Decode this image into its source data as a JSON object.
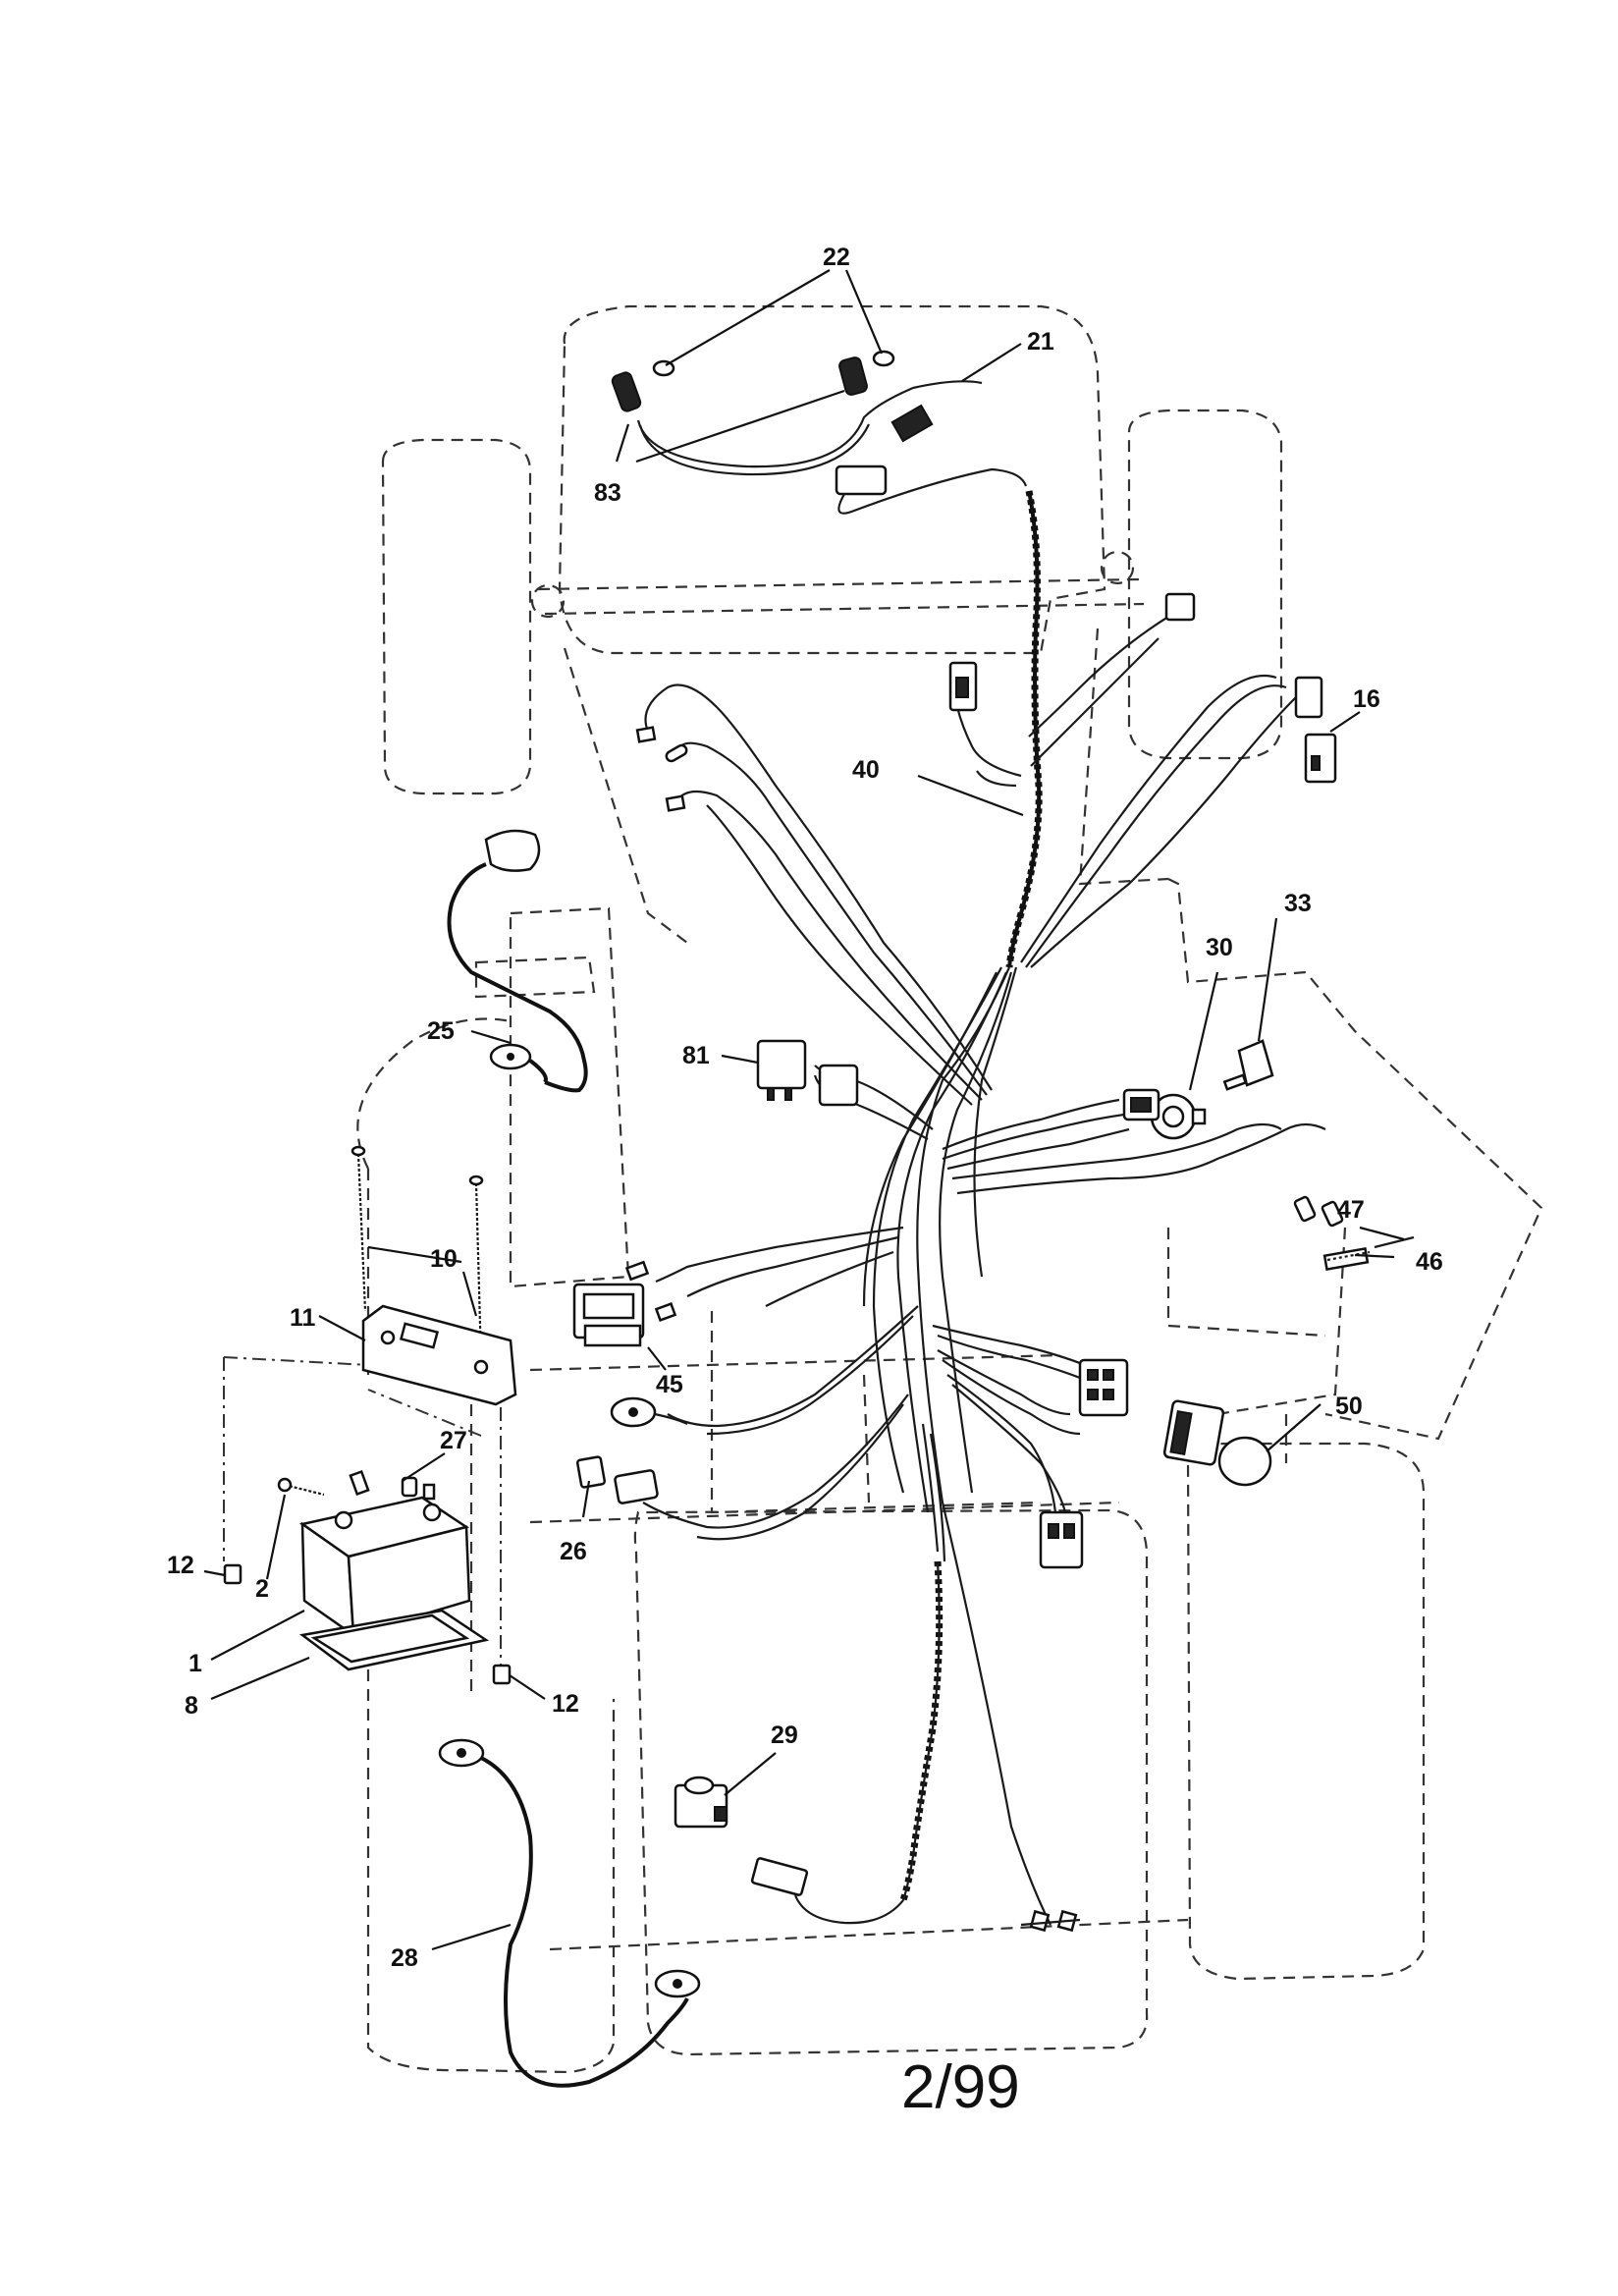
{
  "page": {
    "number": "2/99"
  },
  "callouts": [
    {
      "id": "22",
      "label": "22"
    },
    {
      "id": "21",
      "label": "21"
    },
    {
      "id": "83",
      "label": "83"
    },
    {
      "id": "16",
      "label": "16"
    },
    {
      "id": "40",
      "label": "40"
    },
    {
      "id": "33",
      "label": "33"
    },
    {
      "id": "30",
      "label": "30"
    },
    {
      "id": "25",
      "label": "25"
    },
    {
      "id": "81",
      "label": "81"
    },
    {
      "id": "47",
      "label": "47"
    },
    {
      "id": "46",
      "label": "46"
    },
    {
      "id": "10",
      "label": "10"
    },
    {
      "id": "11",
      "label": "11"
    },
    {
      "id": "45",
      "label": "45"
    },
    {
      "id": "50",
      "label": "50"
    },
    {
      "id": "27",
      "label": "27"
    },
    {
      "id": "26",
      "label": "26"
    },
    {
      "id": "12a",
      "label": "12"
    },
    {
      "id": "2",
      "label": "2"
    },
    {
      "id": "1",
      "label": "1"
    },
    {
      "id": "8",
      "label": "8"
    },
    {
      "id": "12b",
      "label": "12"
    },
    {
      "id": "29",
      "label": "29"
    },
    {
      "id": "28",
      "label": "28"
    }
  ]
}
